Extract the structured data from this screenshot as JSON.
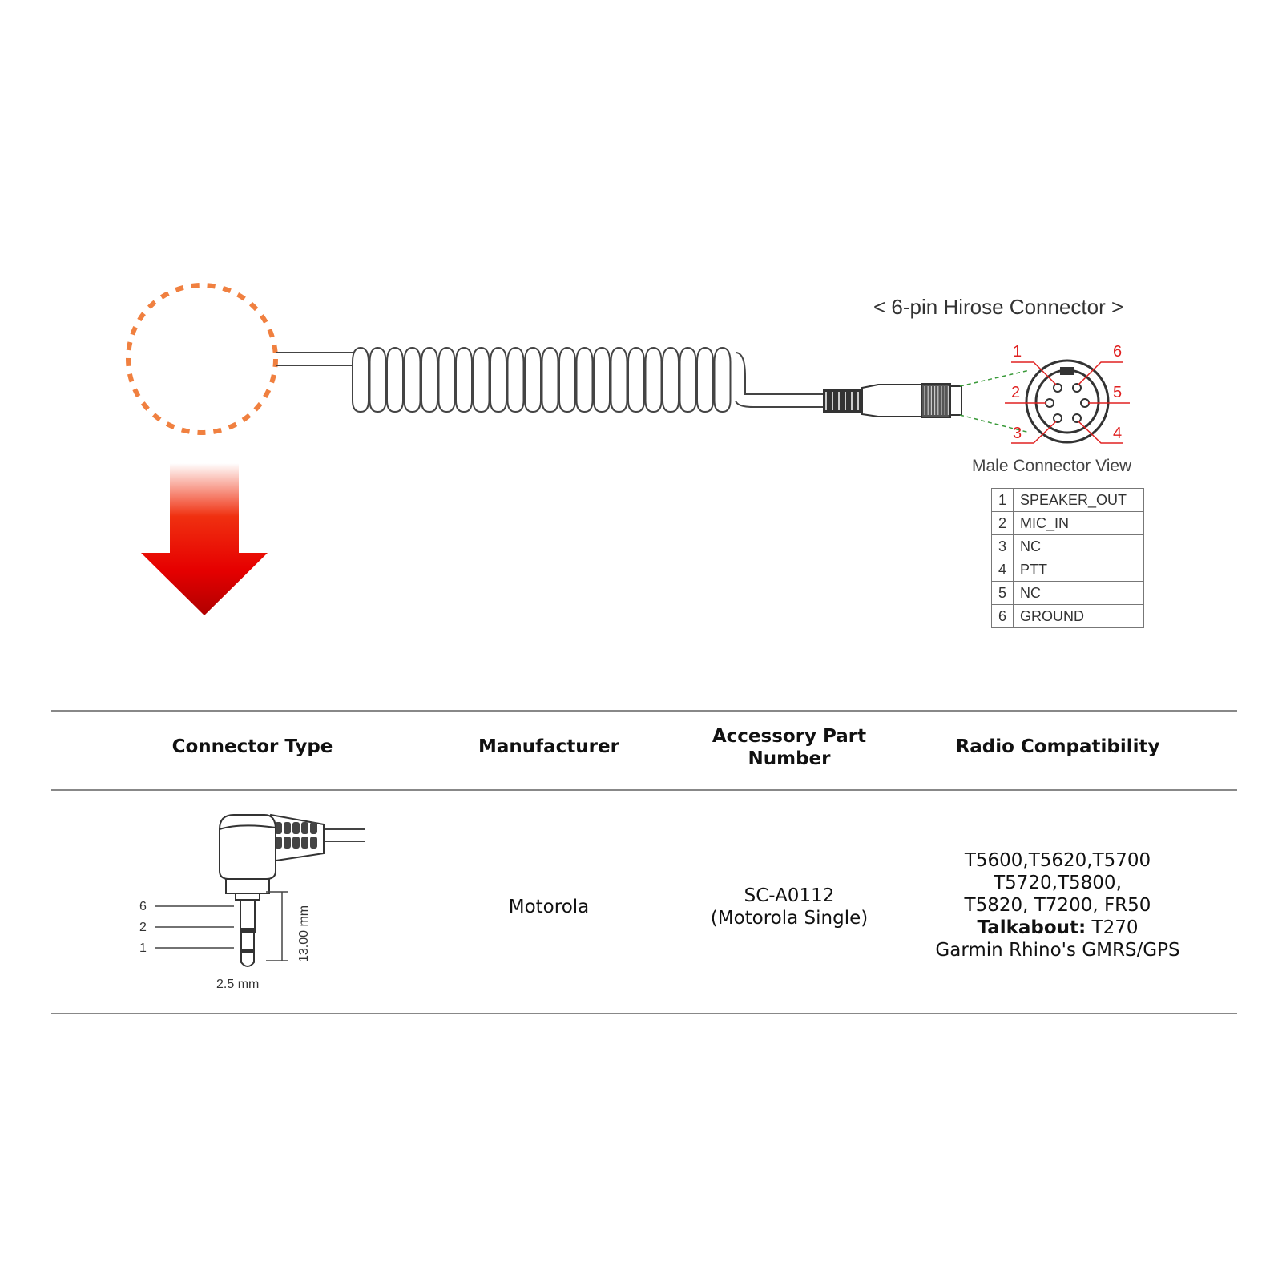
{
  "hirose": {
    "title": "< 6-pin Hirose Connector >",
    "view_label": "Male Connector View",
    "pin_numbers": [
      "1",
      "6",
      "2",
      "5",
      "3",
      "4"
    ],
    "pins": [
      {
        "num": "1",
        "signal": "SPEAKER_OUT"
      },
      {
        "num": "2",
        "signal": "MIC_IN"
      },
      {
        "num": "3",
        "signal": "NC"
      },
      {
        "num": "4",
        "signal": "PTT"
      },
      {
        "num": "5",
        "signal": "NC"
      },
      {
        "num": "6",
        "signal": "GROUND"
      }
    ]
  },
  "table": {
    "headers": {
      "connector_type": "Connector Type",
      "manufacturer": "Manufacturer",
      "part_number_line1": "Accessory Part",
      "part_number_line2": "Number",
      "compatibility": "Radio Compatibility"
    },
    "row": {
      "manufacturer": "Motorola",
      "part_number": "SC-A0112",
      "part_number_note": "(Motorola Single)",
      "compat_line1": "T5600,T5620,T5700",
      "compat_line2": "T5720,T5800,",
      "compat_line3": "T5820, T7200, FR50",
      "compat_bold": "Talkabout:",
      "compat_line4_rest": " T270",
      "compat_line5": "Garmin Rhino's GMRS/GPS"
    },
    "jack": {
      "pin_labels": [
        "6",
        "2",
        "1"
      ],
      "length_label": "13.00 mm",
      "diameter_label": "2.5 mm"
    }
  },
  "colors": {
    "accent_red": "#e02020",
    "dotted_circle": "#f08040",
    "arrow_red": "#e60000",
    "green_guide": "#3a9a3a"
  }
}
